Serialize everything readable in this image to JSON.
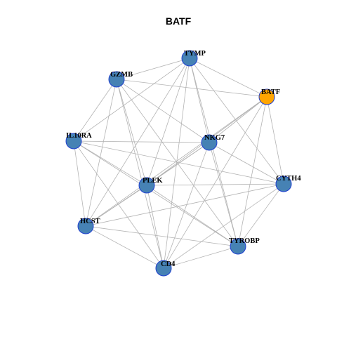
{
  "title": "BATF",
  "colors": {
    "default_node_fill": "#4682b4",
    "default_node_stroke": "#1f3fd0",
    "highlight_node_fill": "#ffa500",
    "highlight_node_stroke": "#1f3fd0",
    "edge": "#b3b3b3"
  },
  "nodes": [
    {
      "id": "TYMP",
      "label": "TYMP",
      "highlight": false
    },
    {
      "id": "GZMB",
      "label": "GZMB",
      "highlight": false
    },
    {
      "id": "BATF",
      "label": "BATF",
      "highlight": true
    },
    {
      "id": "IL10RA",
      "label": "IL10RA",
      "highlight": false
    },
    {
      "id": "NKG7",
      "label": "NKG7",
      "highlight": false
    },
    {
      "id": "CYTH4",
      "label": "CYTH4",
      "highlight": false
    },
    {
      "id": "PLEK",
      "label": "PLEK",
      "highlight": false
    },
    {
      "id": "HCST",
      "label": "HCST",
      "highlight": false
    },
    {
      "id": "TYROBP",
      "label": "TYROBP",
      "highlight": false
    },
    {
      "id": "CD4",
      "label": "CD4",
      "highlight": false
    }
  ],
  "edges": [
    [
      "TYMP",
      "GZMB"
    ],
    [
      "TYMP",
      "BATF"
    ],
    [
      "TYMP",
      "IL10RA"
    ],
    [
      "TYMP",
      "NKG7"
    ],
    [
      "TYMP",
      "CYTH4"
    ],
    [
      "TYMP",
      "PLEK"
    ],
    [
      "TYMP",
      "HCST"
    ],
    [
      "TYMP",
      "TYROBP"
    ],
    [
      "TYMP",
      "CD4"
    ],
    [
      "GZMB",
      "BATF"
    ],
    [
      "GZMB",
      "IL10RA"
    ],
    [
      "GZMB",
      "NKG7"
    ],
    [
      "GZMB",
      "PLEK"
    ],
    [
      "GZMB",
      "HCST"
    ],
    [
      "GZMB",
      "TYROBP"
    ],
    [
      "GZMB",
      "CD4"
    ],
    [
      "BATF",
      "NKG7"
    ],
    [
      "BATF",
      "CYTH4"
    ],
    [
      "BATF",
      "PLEK"
    ],
    [
      "BATF",
      "HCST"
    ],
    [
      "BATF",
      "TYROBP"
    ],
    [
      "BATF",
      "CD4"
    ],
    [
      "IL10RA",
      "NKG7"
    ],
    [
      "IL10RA",
      "CYTH4"
    ],
    [
      "IL10RA",
      "PLEK"
    ],
    [
      "IL10RA",
      "HCST"
    ],
    [
      "IL10RA",
      "TYROBP"
    ],
    [
      "IL10RA",
      "CD4"
    ],
    [
      "NKG7",
      "CYTH4"
    ],
    [
      "NKG7",
      "PLEK"
    ],
    [
      "NKG7",
      "HCST"
    ],
    [
      "NKG7",
      "TYROBP"
    ],
    [
      "NKG7",
      "CD4"
    ],
    [
      "CYTH4",
      "PLEK"
    ],
    [
      "CYTH4",
      "HCST"
    ],
    [
      "CYTH4",
      "TYROBP"
    ],
    [
      "CYTH4",
      "CD4"
    ],
    [
      "PLEK",
      "HCST"
    ],
    [
      "PLEK",
      "TYROBP"
    ],
    [
      "PLEK",
      "CD4"
    ],
    [
      "HCST",
      "TYROBP"
    ],
    [
      "HCST",
      "CD4"
    ],
    [
      "TYROBP",
      "CD4"
    ]
  ]
}
